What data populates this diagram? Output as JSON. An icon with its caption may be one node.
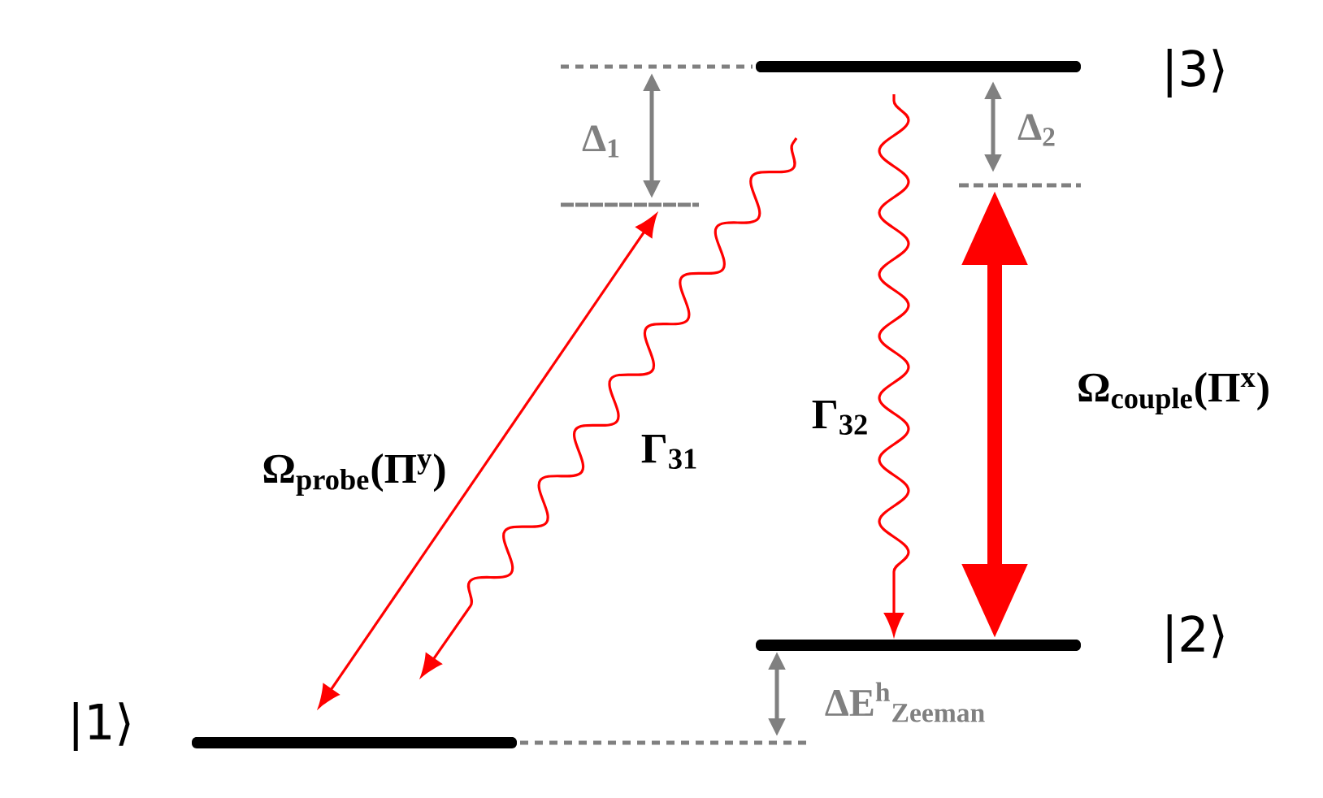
{
  "diagram": {
    "nodes": [
      {
        "text": [],
        "shape": "bar",
        "beside": [
          "|3⟩"
        ]
      },
      {
        "text": [],
        "shape": "bar",
        "beside": [
          "|2⟩"
        ]
      },
      {
        "text": [],
        "shape": "bar",
        "beside": [
          "|1⟩"
        ]
      },
      {
        "text": [],
        "shape": "line"
      },
      {
        "text": [],
        "shape": "line"
      }
    ],
    "edges": [
      {
        "from": 3,
        "to": 2,
        "arrow": "both",
        "label": "Ω$_{probe}$(Π$^{y}$)"
      },
      {
        "from": null,
        "to": 2,
        "arrow": "to",
        "label": "Γ$_{31}$"
      },
      {
        "from": null,
        "to": 1,
        "arrow": "to",
        "label": "Γ$_{32}$"
      },
      {
        "from": 4,
        "to": 1,
        "arrow": "both",
        "label": "Ω$_{couple}$(Π$^{x}$)",
        "style": "thick"
      }
    ],
    "labels": [
      "Δ$_{1}$",
      "Δ$_{2}$",
      "ΔE$^{h}$$_{Zeeman}$"
    ]
  }
}
